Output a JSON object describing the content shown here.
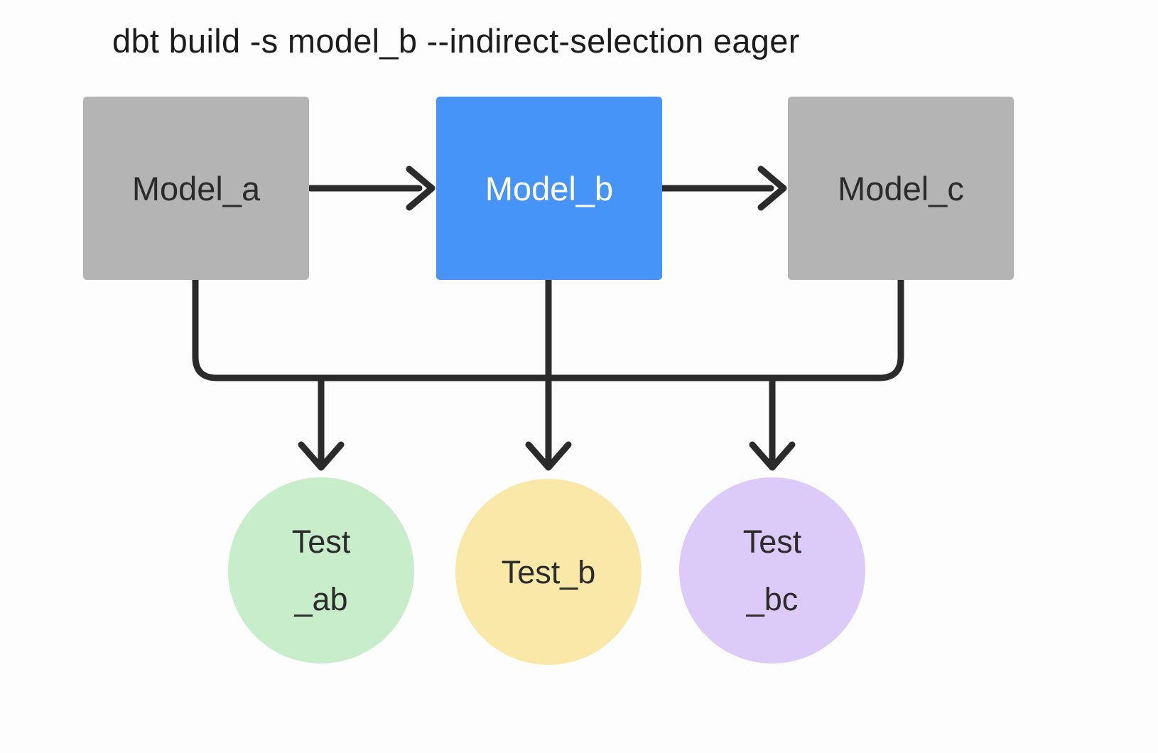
{
  "title": "dbt build -s model_b --indirect-selection eager",
  "colors": {
    "background": "#fdfdfd",
    "title_text": "#1c1c1e",
    "edge": "#2b2b2b",
    "model_unselected_fill": "#b4b4b4",
    "model_selected_fill": "#4794f8",
    "model_unselected_text": "#2b2b2b",
    "model_selected_text": "#ffffff",
    "test_ab_fill": "#c8edcb",
    "test_b_fill": "#fae8a8",
    "test_bc_fill": "#dccaf8",
    "test_text": "#2b2b2b"
  },
  "models": [
    {
      "id": "model_a",
      "label": "Model_a",
      "selected": false
    },
    {
      "id": "model_b",
      "label": "Model_b",
      "selected": true
    },
    {
      "id": "model_c",
      "label": "Model_c",
      "selected": false
    }
  ],
  "tests": [
    {
      "id": "test_ab",
      "lines": [
        "Test",
        "_ab"
      ]
    },
    {
      "id": "test_b",
      "lines": [
        "Test_b"
      ]
    },
    {
      "id": "test_bc",
      "lines": [
        "Test",
        "_bc"
      ]
    }
  ],
  "edges": [
    {
      "from": "model_a",
      "to": "model_b",
      "type": "model-dependency"
    },
    {
      "from": "model_b",
      "to": "model_c",
      "type": "model-dependency"
    },
    {
      "from": "model_a",
      "to": "test_ab",
      "type": "tested-by"
    },
    {
      "from": "model_b",
      "to": "test_ab",
      "type": "tested-by"
    },
    {
      "from": "model_b",
      "to": "test_b",
      "type": "tested-by"
    },
    {
      "from": "model_b",
      "to": "test_bc",
      "type": "tested-by"
    },
    {
      "from": "model_c",
      "to": "test_bc",
      "type": "tested-by"
    }
  ]
}
